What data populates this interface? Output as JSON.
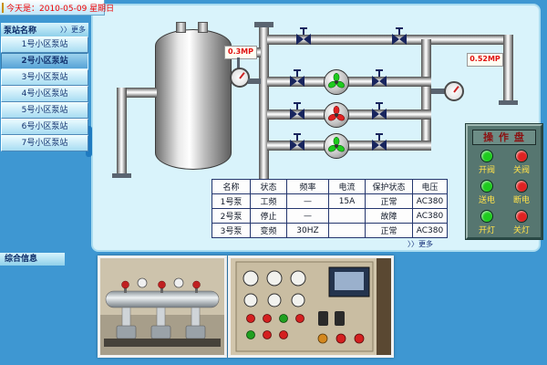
{
  "window": {
    "background": "#3e97d2"
  },
  "date_bar": {
    "text": "今天是：2010-05-09 星期日"
  },
  "sidebar": {
    "title": "泵站名称",
    "more_label": "〉〉更多",
    "selected": "2号小区泵站",
    "items": [
      {
        "label": "1号小区泵站"
      },
      {
        "label": "2号小区泵站"
      },
      {
        "label": "3号小区泵站"
      },
      {
        "label": "4号小区泵站"
      },
      {
        "label": "5号小区泵站"
      },
      {
        "label": "6号小区泵站"
      },
      {
        "label": "7号小区泵站"
      }
    ]
  },
  "info_panel": {
    "title": "综合信息"
  },
  "diagram": {
    "gauge_left_value": "0.3MP",
    "gauge_right_value": "0.52MP",
    "pumps": [
      {
        "name": "1号泵",
        "color": "#1ecb1e"
      },
      {
        "name": "2号泵",
        "color": "#e02222"
      },
      {
        "name": "3号泵",
        "color": "#1ecb1e"
      }
    ]
  },
  "pump_table": {
    "headers": [
      "名称",
      "状态",
      "频率",
      "电流",
      "保护状态",
      "电压"
    ],
    "rows": [
      {
        "name": "1号泵",
        "status": "工频",
        "freq": "—",
        "current": "15A",
        "protection": "正常",
        "voltage": "AC380"
      },
      {
        "name": "2号泵",
        "status": "停止",
        "freq": "—",
        "current": "",
        "protection": "故障",
        "voltage": "AC380"
      },
      {
        "name": "3号泵",
        "status": "变频",
        "freq": "30HZ",
        "current": "",
        "protection": "正常",
        "voltage": "AC380"
      }
    ],
    "more_label": "〉〉更多"
  },
  "control_panel": {
    "title": "操 作 盘",
    "buttons": [
      {
        "label": "开阀",
        "color": "#1ecb1e"
      },
      {
        "label": "关阀",
        "color": "#e02222"
      },
      {
        "label": "送电",
        "color": "#1ecb1e"
      },
      {
        "label": "断电",
        "color": "#e02222"
      },
      {
        "label": "开灯",
        "color": "#1ecb1e"
      },
      {
        "label": "关灯",
        "color": "#e02222"
      }
    ]
  }
}
